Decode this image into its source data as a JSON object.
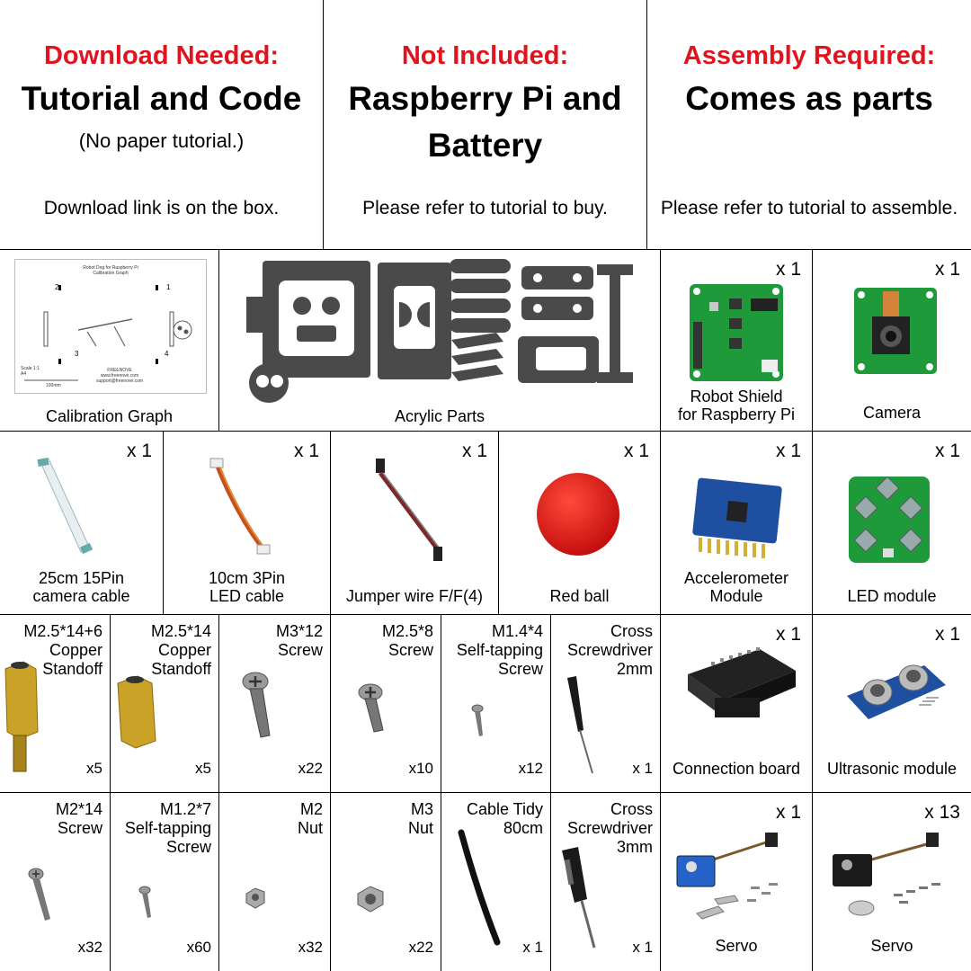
{
  "banners": [
    {
      "heading": "Download Needed:",
      "title": "Tutorial and Code",
      "note": "(No paper tutorial.)",
      "footer": "Download link is on the box."
    },
    {
      "heading": "Not Included:",
      "title_line1": "Raspberry Pi and",
      "title_line2": "Battery",
      "footer": "Please refer to tutorial to buy."
    },
    {
      "heading": "Assembly Required:",
      "title": "Comes as parts",
      "footer": "Please refer to tutorial to assemble."
    }
  ],
  "calibration": {
    "caption": "Calibration Graph",
    "doc_title1": "Robot Dog for Raspberry Pi",
    "doc_title2": "Calibration Graph",
    "scale": "Scale 1:1",
    "paper": "A4",
    "ruler": "100mm",
    "brand": "FREENOVE",
    "site": "www.freenove.com",
    "email": "support@freenove.com",
    "marks": [
      "1",
      "2",
      "3",
      "4"
    ]
  },
  "row2": [
    {
      "caption": "Acrylic Parts"
    },
    {
      "caption_line1": "Robot Shield",
      "caption_line2": "for Raspberry Pi",
      "qty": "x 1"
    },
    {
      "caption": "Camera",
      "qty": "x 1"
    }
  ],
  "row3": [
    {
      "caption_line1": "25cm 15Pin",
      "caption_line2": "camera cable",
      "qty": "x 1"
    },
    {
      "caption_line1": "10cm 3Pin",
      "caption_line2": "LED cable",
      "qty": "x 1"
    },
    {
      "caption": "Jumper wire F/F(4)",
      "qty": "x 1"
    },
    {
      "caption": "Red ball",
      "qty": "x 1"
    },
    {
      "caption_line1": "Accelerometer",
      "caption_line2": "Module",
      "qty": "x 1"
    },
    {
      "caption": "LED module",
      "qty": "x 1"
    }
  ],
  "row4": [
    {
      "l1": "M2.5*14+6",
      "l2": "Copper",
      "l3": "Standoff",
      "count": "x5"
    },
    {
      "l1": "M2.5*14",
      "l2": "Copper",
      "l3": "Standoff",
      "count": "x5"
    },
    {
      "l1": "M3*12",
      "l2": "Screw",
      "count": "x22"
    },
    {
      "l1": "M2.5*8",
      "l2": "Screw",
      "count": "x10"
    },
    {
      "l1": "M1.4*4",
      "l2": "Self-tapping",
      "l3": "Screw",
      "count": "x12"
    },
    {
      "l1": "Cross",
      "l2": "Screwdriver",
      "l3": "2mm",
      "count": "x 1"
    },
    {
      "caption": "Connection board",
      "qty": "x 1"
    },
    {
      "caption": "Ultrasonic module",
      "qty": "x 1"
    }
  ],
  "row5": [
    {
      "l1": "M2*14",
      "l2": "Screw",
      "count": "x32"
    },
    {
      "l1": "M1.2*7",
      "l2": "Self-tapping",
      "l3": "Screw",
      "count": "x60"
    },
    {
      "l1": "M2",
      "l2": "Nut",
      "count": "x32"
    },
    {
      "l1": "M3",
      "l2": "Nut",
      "count": "x22"
    },
    {
      "l1": "Cable Tidy",
      "l2": "80cm",
      "count": "x 1"
    },
    {
      "l1": "Cross",
      "l2": "Screwdriver",
      "l3": "3mm",
      "count": "x 1"
    },
    {
      "caption": "Servo",
      "qty": "x 1"
    },
    {
      "caption": "Servo",
      "qty": "x 13"
    }
  ],
  "colors": {
    "heading_red": "#e0141e",
    "brass": "#c9a227",
    "pcb_green": "#1f9a3a",
    "pcb_blue": "#1f4fa0",
    "acrylic": "#4a4a4a",
    "ball_red": "#e41a1a"
  }
}
